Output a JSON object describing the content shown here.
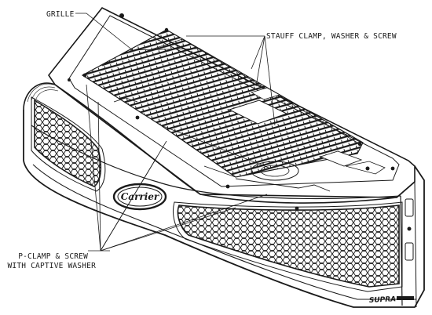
{
  "labels": {
    "grille": "GRILLE",
    "stauff": "STAUFF CLAMP, WASHER & SCREW",
    "pclamp_line1": "P-CLAMP & SCREW",
    "pclamp_line2": "WITH CAPTIVE WASHER"
  },
  "badges": {
    "brand": "Carrier",
    "model": "SUPRA"
  },
  "colors": {
    "ink": "#1a1a1a",
    "paper": "#ffffff"
  }
}
